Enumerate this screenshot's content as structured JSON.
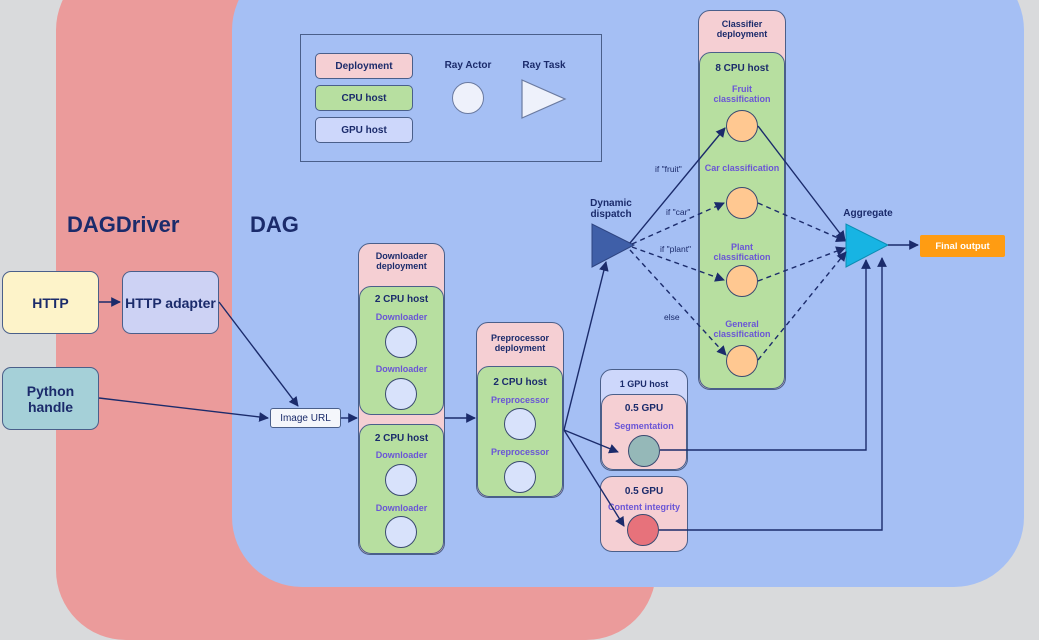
{
  "regions": {
    "dagdriver": "DAGDriver",
    "dag": "DAG"
  },
  "legend": {
    "deployment": "Deployment",
    "cpu_host": "CPU host",
    "gpu_host": "GPU host",
    "ray_actor": "Ray Actor",
    "ray_task": "Ray Task"
  },
  "inputs": {
    "http": "HTTP",
    "http_adapter": "HTTP adapter",
    "python_handle": "Python handle",
    "image_url": "Image URL"
  },
  "downloader": {
    "deployment": "Downloader deployment",
    "host_1": "2 CPU host",
    "host_2": "2 CPU host",
    "replica_1": "Downloader",
    "replica_2": "Downloader",
    "replica_3": "Downloader",
    "replica_4": "Downloader"
  },
  "preprocessor": {
    "deployment": "Preprocessor deployment",
    "host": "2 CPU host",
    "replica_1": "Preprocessor",
    "replica_2": "Preprocessor"
  },
  "gpu": {
    "host": "1 GPU host",
    "seg_gpu": "0.5 GPU",
    "segmentation": "Segmentation",
    "ci_gpu": "0.5 GPU",
    "content_integrity": "Content integrity"
  },
  "dispatch": {
    "label": "Dynamic dispatch",
    "if_fruit": "if \"fruit\"",
    "if_car": "if \"car\"",
    "if_plant": "if \"plant\"",
    "else": "else"
  },
  "classifier": {
    "deployment": "Classifier deployment",
    "host": "8 CPU host",
    "fruit": "Fruit classification",
    "car": "Car classification",
    "plant": "Plant classification",
    "general": "General classification"
  },
  "aggregate": "Aggregate",
  "final_output": "Final output",
  "colors": {
    "dagdriver_bg": "#eb9b9b",
    "dag_bg": "#a5bff4",
    "deployment": "#f5cfd3",
    "cpu_host": "#b7dfa0",
    "gpu_host": "#cdd7fb",
    "final_output": "#ff9c12",
    "aggregate": "#17b4e3",
    "dispatch": "#3f5fa8"
  }
}
